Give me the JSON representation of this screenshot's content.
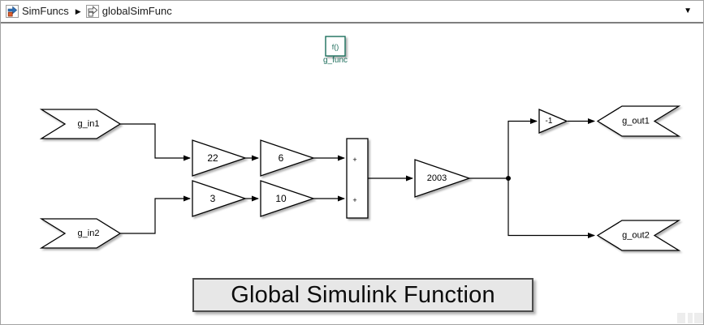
{
  "breadcrumb": {
    "items": [
      {
        "label": "SimFuncs",
        "icon": "simulink-model-icon"
      },
      {
        "label": "globalSimFunc",
        "icon": "subsystem-icon"
      }
    ],
    "separator": "▶",
    "dropdown_arrow": "▼"
  },
  "canvas": {
    "function_block": {
      "symbol": "f()",
      "label": "g_func",
      "accent_color": "#1e6e5c"
    },
    "inports": [
      {
        "name": "g_in1"
      },
      {
        "name": "g_in2"
      }
    ],
    "gains": [
      {
        "value": "22"
      },
      {
        "value": "6"
      },
      {
        "value": "3"
      },
      {
        "value": "10"
      },
      {
        "value": "2003"
      },
      {
        "value": "-1"
      }
    ],
    "sum_block": {
      "top_sign": "+",
      "bottom_sign": "+"
    },
    "outports": [
      {
        "name": "g_out1"
      },
      {
        "name": "g_out2"
      }
    ],
    "annotation": {
      "text": "Global Simulink Function"
    }
  }
}
